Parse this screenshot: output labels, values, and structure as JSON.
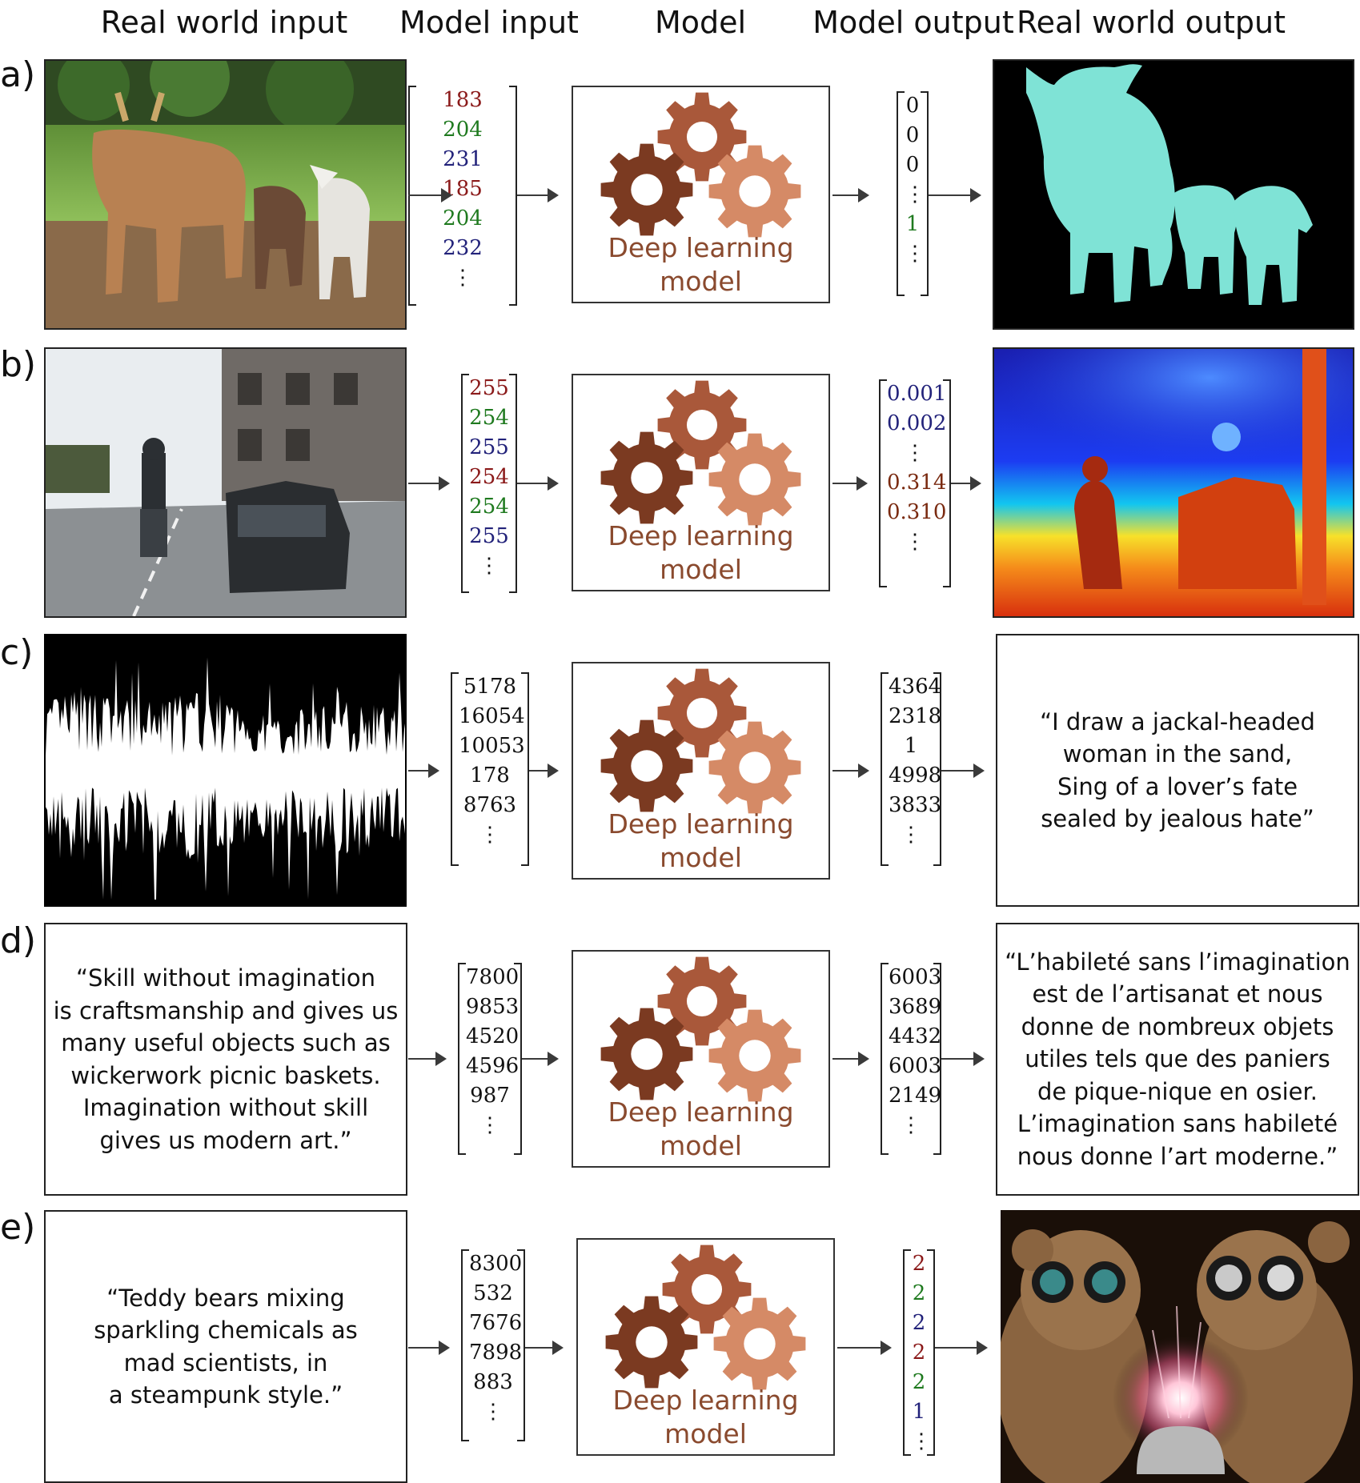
{
  "headers": {
    "real_world_input": "Real world input",
    "model_input": "Model input",
    "model": "Model",
    "model_output": "Model output",
    "real_world_output": "Real world output"
  },
  "model_caption": {
    "line1": "Deep learning",
    "line2": "model"
  },
  "colors": {
    "gear_dark": "#7b3a21",
    "gear_mid": "#a9583a",
    "gear_light": "#d58a66",
    "red": "#8b1a1a",
    "green": "#1f7a1f",
    "blue": "#22227a",
    "brown": "#7a2a10",
    "seg_cyan": "#7fe3d6"
  },
  "rows": [
    {
      "label": "a)",
      "input_image": "photo of cows standing on grass",
      "model_input": [
        {
          "v": "183",
          "c": "red"
        },
        {
          "v": "204",
          "c": "green"
        },
        {
          "v": "231",
          "c": "blue"
        },
        {
          "v": "185",
          "c": "red"
        },
        {
          "v": "204",
          "c": "green"
        },
        {
          "v": "232",
          "c": "blue"
        },
        {
          "v": "⋮",
          "c": "black"
        }
      ],
      "model_output": [
        {
          "v": "0",
          "c": "black"
        },
        {
          "v": "0",
          "c": "black"
        },
        {
          "v": "0",
          "c": "black"
        },
        {
          "v": "⋮",
          "c": "black"
        },
        {
          "v": "1",
          "c": "green"
        },
        {
          "v": "⋮",
          "c": "black"
        }
      ],
      "output_image": "segmentation mask of cows"
    },
    {
      "label": "b)",
      "input_image": "street scene with cyclist and car",
      "model_input": [
        {
          "v": "255",
          "c": "red"
        },
        {
          "v": "254",
          "c": "green"
        },
        {
          "v": "255",
          "c": "blue"
        },
        {
          "v": "254",
          "c": "red"
        },
        {
          "v": "254",
          "c": "green"
        },
        {
          "v": "255",
          "c": "blue"
        },
        {
          "v": "⋮",
          "c": "black"
        }
      ],
      "model_output": [
        {
          "v": "0.001",
          "c": "blue"
        },
        {
          "v": "0.002",
          "c": "blue"
        },
        {
          "v": "⋮",
          "c": "black"
        },
        {
          "v": "0.314",
          "c": "brown"
        },
        {
          "v": "0.310",
          "c": "brown"
        },
        {
          "v": "⋮",
          "c": "black"
        }
      ],
      "output_image": "depth map"
    },
    {
      "label": "c)",
      "input_image": "audio waveform",
      "model_input": [
        {
          "v": "5178",
          "c": "black"
        },
        {
          "v": "16054",
          "c": "black"
        },
        {
          "v": "10053",
          "c": "black"
        },
        {
          "v": "178",
          "c": "black"
        },
        {
          "v": "8763",
          "c": "black"
        },
        {
          "v": "⋮",
          "c": "black"
        }
      ],
      "model_output": [
        {
          "v": "4364",
          "c": "black"
        },
        {
          "v": "2318",
          "c": "black"
        },
        {
          "v": "1",
          "c": "black"
        },
        {
          "v": "4998",
          "c": "black"
        },
        {
          "v": "3833",
          "c": "black"
        },
        {
          "v": "⋮",
          "c": "black"
        }
      ],
      "output_text": [
        "“I draw a jackal-headed",
        "woman in the sand,",
        "Sing of a lover’s fate",
        "sealed by jealous hate”"
      ]
    },
    {
      "label": "d)",
      "input_text": [
        "“Skill without imagination",
        "is craftsmanship and gives us",
        "many useful objects such as",
        "wickerwork picnic baskets.",
        "Imagination without skill",
        "gives us modern art.”"
      ],
      "model_input": [
        {
          "v": "7800",
          "c": "black"
        },
        {
          "v": "9853",
          "c": "black"
        },
        {
          "v": "4520",
          "c": "black"
        },
        {
          "v": "4596",
          "c": "black"
        },
        {
          "v": "987",
          "c": "black"
        },
        {
          "v": "⋮",
          "c": "black"
        }
      ],
      "model_output": [
        {
          "v": "6003",
          "c": "black"
        },
        {
          "v": "3689",
          "c": "black"
        },
        {
          "v": "4432",
          "c": "black"
        },
        {
          "v": "6003",
          "c": "black"
        },
        {
          "v": "2149",
          "c": "black"
        },
        {
          "v": "⋮",
          "c": "black"
        }
      ],
      "output_text": [
        "“L’habileté sans l’imagination",
        "est de l’artisanat et nous",
        "donne de nombreux objets",
        "utiles tels que des paniers",
        "de pique-nique en osier.",
        "L’imagination sans habileté",
        "nous donne l’art moderne.”"
      ]
    },
    {
      "label": "e)",
      "input_text": [
        "“Teddy bears mixing",
        "sparkling chemicals as",
        "mad scientists, in",
        "a steampunk style.”"
      ],
      "model_input": [
        {
          "v": "8300",
          "c": "black"
        },
        {
          "v": "532",
          "c": "black"
        },
        {
          "v": "7676",
          "c": "black"
        },
        {
          "v": "7898",
          "c": "black"
        },
        {
          "v": "883",
          "c": "black"
        },
        {
          "v": "⋮",
          "c": "black"
        }
      ],
      "model_output": [
        {
          "v": "2",
          "c": "red"
        },
        {
          "v": "2",
          "c": "green"
        },
        {
          "v": "2",
          "c": "blue"
        },
        {
          "v": "2",
          "c": "red"
        },
        {
          "v": "2",
          "c": "green"
        },
        {
          "v": "1",
          "c": "blue"
        },
        {
          "v": "⋮",
          "c": "black"
        }
      ],
      "output_image": "teddy bears with goggles and sparkling chemistry"
    }
  ]
}
